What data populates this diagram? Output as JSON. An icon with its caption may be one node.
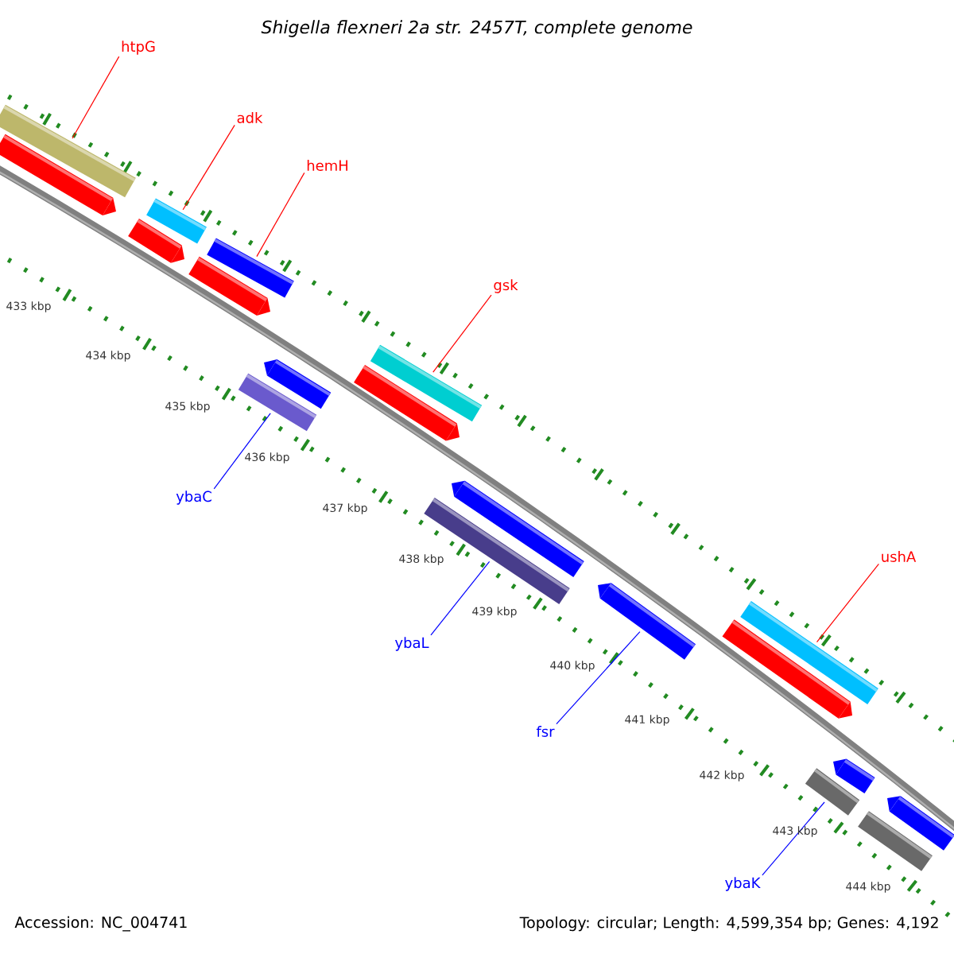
{
  "diagram": {
    "title": "Shigella flexneri 2a str. 2457T, complete genome",
    "nodes": [
      {
        "text": [
          "htpG"
        ]
      },
      {
        "text": [
          "adk"
        ]
      },
      {
        "text": [
          "hemH"
        ]
      },
      {
        "text": [
          "gsk"
        ]
      },
      {
        "text": [
          "ybaC"
        ]
      },
      {
        "text": [
          "ushA"
        ]
      },
      {
        "text": [
          "ybaL"
        ]
      },
      {
        "text": [
          "fsr"
        ]
      },
      {
        "text": [
          "ybaK"
        ]
      },
      {
        "text": [],
        "shape": "bar"
      },
      {
        "text": [],
        "shape": "bar"
      },
      {
        "text": [],
        "shape": "bar"
      },
      {
        "text": [],
        "shape": "bar"
      },
      {
        "text": [],
        "shape": "bar"
      },
      {
        "text": [],
        "shape": "bar"
      },
      {
        "text": [],
        "shape": "bar"
      },
      {
        "text": [],
        "shape": "bar"
      },
      {
        "text": [],
        "shape": "bar"
      },
      {
        "text": [],
        "shape": "bar"
      },
      {
        "text": [],
        "shape": "bar"
      },
      {
        "text": [],
        "shape": "bar"
      },
      {
        "text": [],
        "shape": "bar"
      },
      {
        "text": [],
        "shape": "bar"
      },
      {
        "text": [],
        "shape": "bar"
      },
      {
        "text": [],
        "shape": "bar"
      },
      {
        "text": [],
        "shape": "bar"
      },
      {
        "text": [],
        "shape": "bar"
      },
      {
        "text": [],
        "shape": "bar"
      }
    ],
    "edges": [
      {
        "from": 0,
        "to": 9,
        "arrow": "none"
      },
      {
        "from": 1,
        "to": 11,
        "arrow": "none"
      },
      {
        "from": 2,
        "to": 13,
        "arrow": "none"
      },
      {
        "from": 3,
        "to": 17,
        "arrow": "none"
      },
      {
        "from": 4,
        "to": 16,
        "arrow": "none",
        "color": "#0000ff"
      },
      {
        "from": 5,
        "to": 22,
        "arrow": "none"
      },
      {
        "from": 6,
        "to": 20,
        "arrow": "none",
        "color": "#0000ff"
      },
      {
        "from": 7,
        "to": 21,
        "arrow": "none",
        "color": "#0000ff"
      },
      {
        "from": 8,
        "to": 25,
        "arrow": "none",
        "color": "#0000ff"
      }
    ],
    "labels": [
      "433 kbp",
      "434 kbp",
      "435 kbp",
      "436 kbp",
      "437 kbp",
      "438 kbp",
      "439 kbp",
      "440 kbp",
      "441 kbp",
      "442 kbp",
      "443 kbp",
      "444 kbp",
      "Accession: NC_004741",
      "Topology: circular; Length: 4,599,354 bp; Genes: 4,192"
    ]
  }
}
